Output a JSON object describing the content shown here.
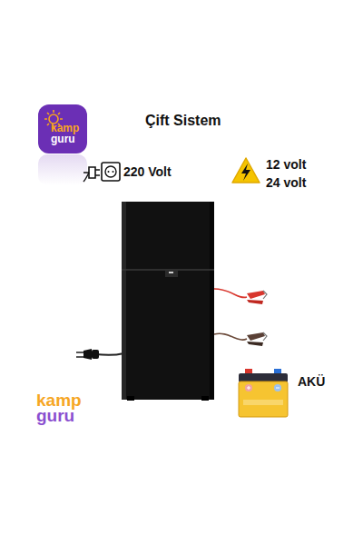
{
  "diagram": {
    "title": "Çift Sistem",
    "nodes": [
      {
        "text": [
          "kamp guru"
        ]
      },
      {
        "text": [
          "AKÜ"
        ]
      }
    ],
    "labels": [
      "220 Volt",
      "12 volt",
      "24 volt",
      "kamp guru"
    ]
  }
}
